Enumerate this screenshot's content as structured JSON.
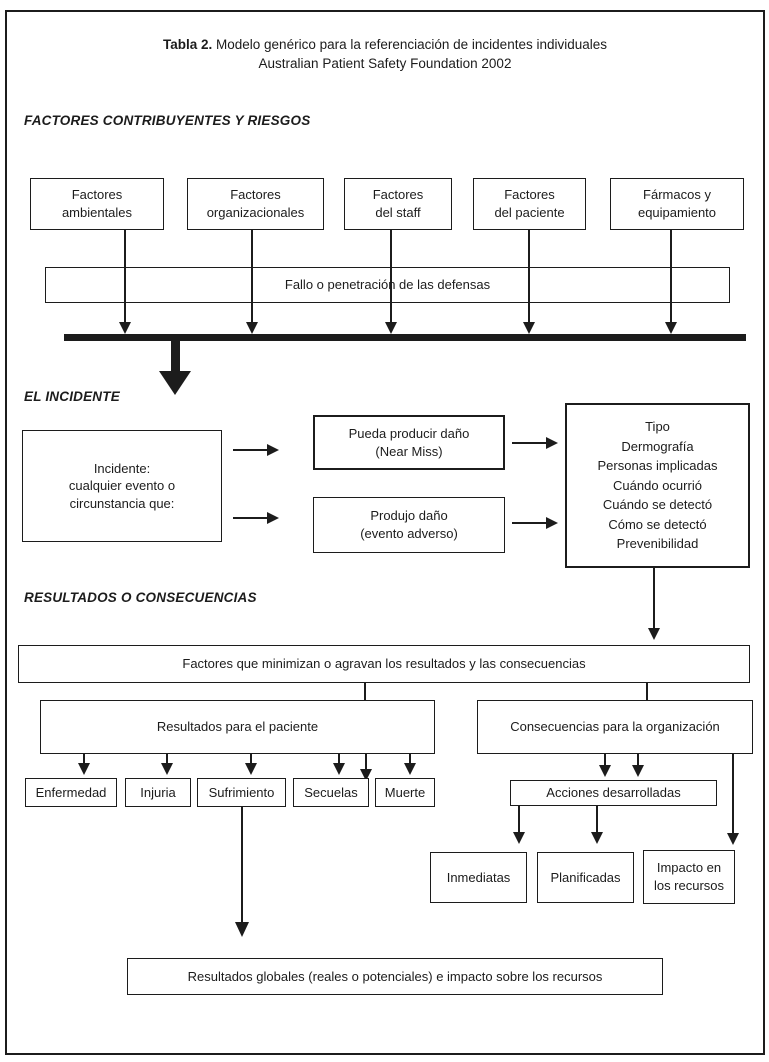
{
  "title": {
    "label": "Tabla 2.",
    "text": "Modelo genérico para la referenciación de incidentes individuales",
    "subtitle": "Australian Patient Safety Foundation 2002"
  },
  "section_headings": {
    "contributing": "FACTORES CONTRIBUYENTES Y RIESGOS",
    "incident": "EL INCIDENTE",
    "results": "RESULTADOS O CONSECUENCIAS"
  },
  "contributing_boxes": [
    {
      "line1": "Factores",
      "line2": "ambientales"
    },
    {
      "line1": "Factores",
      "line2": "organizacionales"
    },
    {
      "line1": "Factores",
      "line2": "del staff"
    },
    {
      "line1": "Factores",
      "line2": "del paciente"
    },
    {
      "line1": "Fármacos y",
      "line2": "equipamiento"
    }
  ],
  "defense_box": "Fallo o penetración de las defensas",
  "incident_box": {
    "line1": "Incidente:",
    "line2": "cualquier evento o",
    "line3": "circunstancia que:"
  },
  "near_miss_box": {
    "line1": "Pueda producir daño",
    "line2": "(Near Miss)"
  },
  "adverse_event_box": {
    "line1": "Produjo daño",
    "line2": "(evento adverso)"
  },
  "detail_box": {
    "lines": [
      "Tipo",
      "Dermografía",
      "Personas implicadas",
      "Cuándo ocurrió",
      "Cuándo se detectó",
      "Cómo se detectó",
      "Prevenibilidad"
    ]
  },
  "factors_box": "Factores que minimizan o agravan los resultados y las consecuencias",
  "patient_results_box": "Resultados para el paciente",
  "org_consequences_box": "Consecuencias para la organización",
  "patient_outcomes": [
    "Enfermedad",
    "Injuria",
    "Sufrimiento",
    "Secuelas",
    "Muerte"
  ],
  "actions_box": "Acciones  desarrolladas",
  "action_boxes": [
    "Inmediatas",
    "Planificadas"
  ],
  "impact_box": {
    "line1": "Impacto en",
    "line2": "los recursos"
  },
  "global_results_box": "Resultados globales (reales o potenciales) e impacto sobre los recursos",
  "colors": {
    "ink": "#1c1c1c",
    "background": "#ffffff"
  }
}
